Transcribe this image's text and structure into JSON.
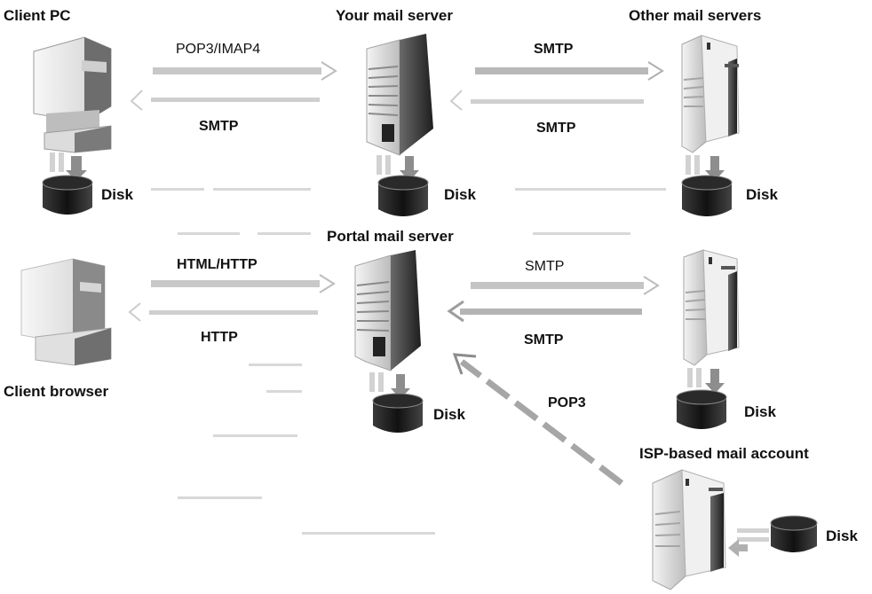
{
  "labels": {
    "client_pc": "Client PC",
    "your_mail_server": "Your mail server",
    "other_mail_servers": "Other mail servers",
    "portal_mail_server": "Portal mail server",
    "client_browser": "Client browser",
    "isp_mail_account": "ISP-based mail account",
    "disk": "Disk"
  },
  "protocols": {
    "pop3_imap4": "POP3/IMAP4",
    "smtp": "SMTP",
    "html_http": "HTML/HTTP",
    "http": "HTTP",
    "pop3": "POP3"
  }
}
